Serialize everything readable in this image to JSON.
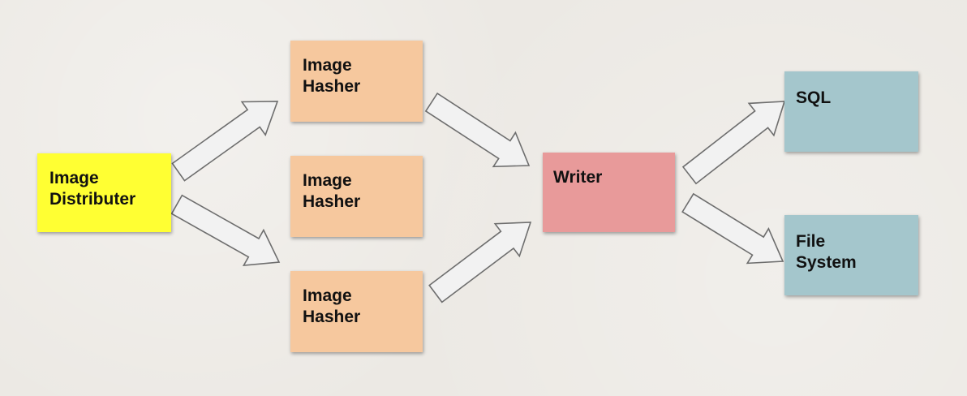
{
  "colors": {
    "background": "#ece9e4",
    "distributer": "#ffff33",
    "hasher": "#f6c89e",
    "writer": "#e89a9a",
    "storage": "#a4c6cc",
    "arrow_fill": "#f2f2f2",
    "arrow_stroke": "#6e6e6e"
  },
  "nodes": {
    "distributer": {
      "label": "Image\nDistributer"
    },
    "hasher_1": {
      "label": "Image\nHasher"
    },
    "hasher_2": {
      "label": "Image\nHasher"
    },
    "hasher_3": {
      "label": "Image\nHasher"
    },
    "writer": {
      "label": "Writer"
    },
    "sql": {
      "label": "SQL"
    },
    "filesystem": {
      "label": "File\nSystem"
    }
  },
  "edges": [
    {
      "from": "distributer",
      "to": "hasher_1"
    },
    {
      "from": "distributer",
      "to": "hasher_3"
    },
    {
      "from": "hasher_1",
      "to": "writer"
    },
    {
      "from": "hasher_3",
      "to": "writer"
    },
    {
      "from": "writer",
      "to": "sql"
    },
    {
      "from": "writer",
      "to": "filesystem"
    }
  ]
}
